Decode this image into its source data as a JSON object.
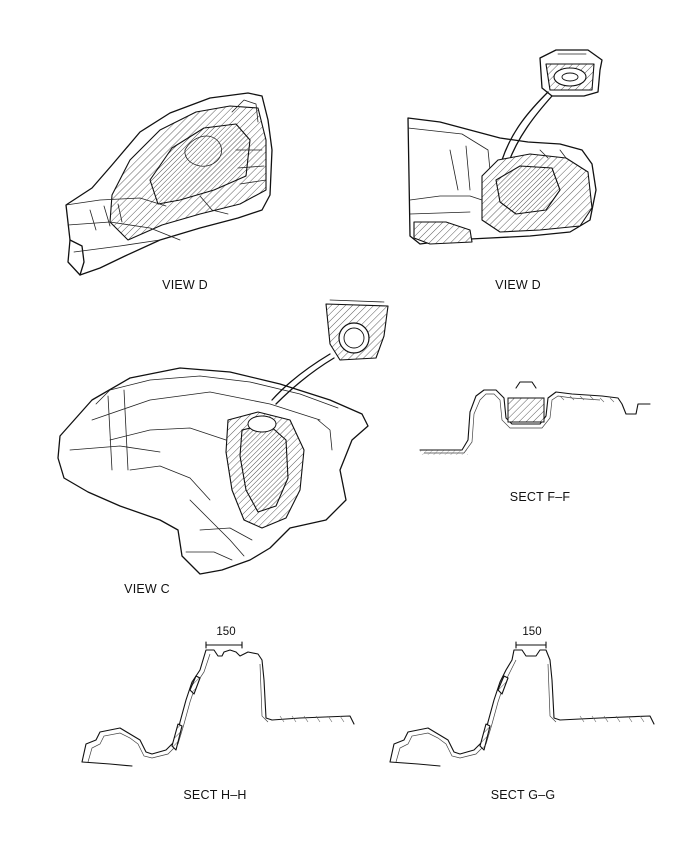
{
  "views": {
    "view_d_left": {
      "caption": "VIEW D"
    },
    "view_d_right": {
      "caption": "VIEW D"
    },
    "view_c": {
      "caption": "VIEW C"
    }
  },
  "sections": {
    "sect_ff": {
      "caption": "SECT F–F"
    },
    "sect_hh": {
      "caption": "SECT H–H",
      "dimension": "150"
    },
    "sect_gg": {
      "caption": "SECT G–G",
      "dimension": "150"
    }
  },
  "colors": {
    "line": "#111111",
    "background": "#ffffff"
  }
}
